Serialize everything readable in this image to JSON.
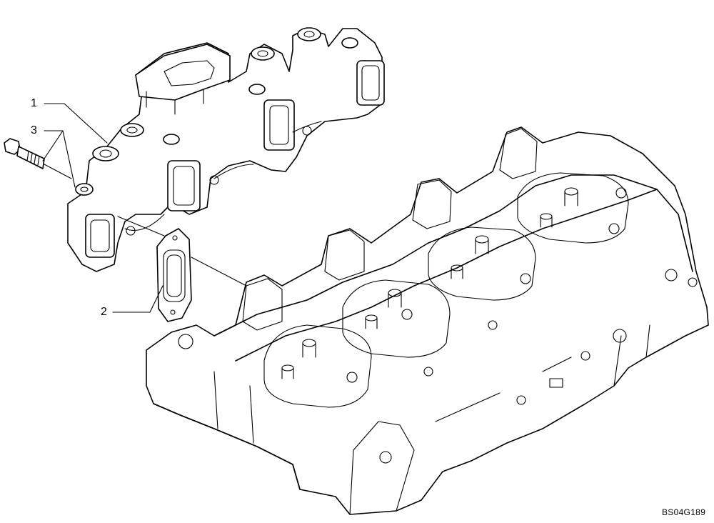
{
  "callouts": {
    "item1": "1",
    "item2": "2",
    "item3": "3"
  },
  "figure_code": "BS04G189"
}
